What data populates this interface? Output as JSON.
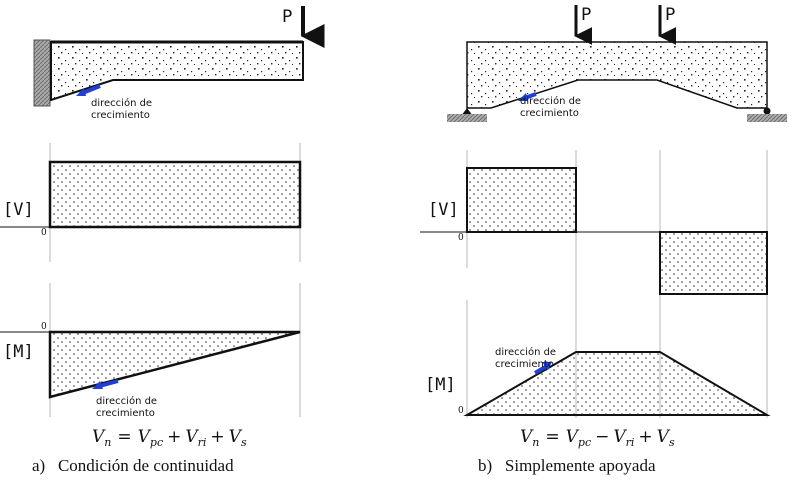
{
  "colors": {
    "line": "#111111",
    "arrow": "#1f3fd6",
    "support": "#8a8a8a",
    "dots": "#333333"
  },
  "left": {
    "load_label": "P",
    "growth_label_line1": "dirección de",
    "growth_label_line2": "crecimiento",
    "shear_axis_label": "[V]",
    "moment_axis_label": "[M]",
    "shear_zero": "0",
    "moment_zero": "0",
    "formula": {
      "lhs": "V",
      "lhs_sub": "n",
      "t1": "V",
      "t1_sub": "pc",
      "op1": "+",
      "t2": "V",
      "t2_sub": "ri",
      "op2": "+",
      "t3": "V",
      "t3_sub": "s"
    },
    "caption": "a)   Condición de continuidad"
  },
  "right": {
    "load1_label": "P",
    "load2_label": "P",
    "growth_label_line1": "dirección de",
    "growth_label_line2": "crecimiento",
    "shear_axis_label": "[V]",
    "moment_axis_label": "[M]",
    "shear_zero": "0",
    "moment_zero": "0",
    "formula": {
      "lhs": "V",
      "lhs_sub": "n",
      "t1": "V",
      "t1_sub": "pc",
      "op1": "−",
      "t2": "V",
      "t2_sub": "ri",
      "op2": "+",
      "t3": "V",
      "t3_sub": "s"
    },
    "caption": "b)   Simplemente apoyada"
  }
}
